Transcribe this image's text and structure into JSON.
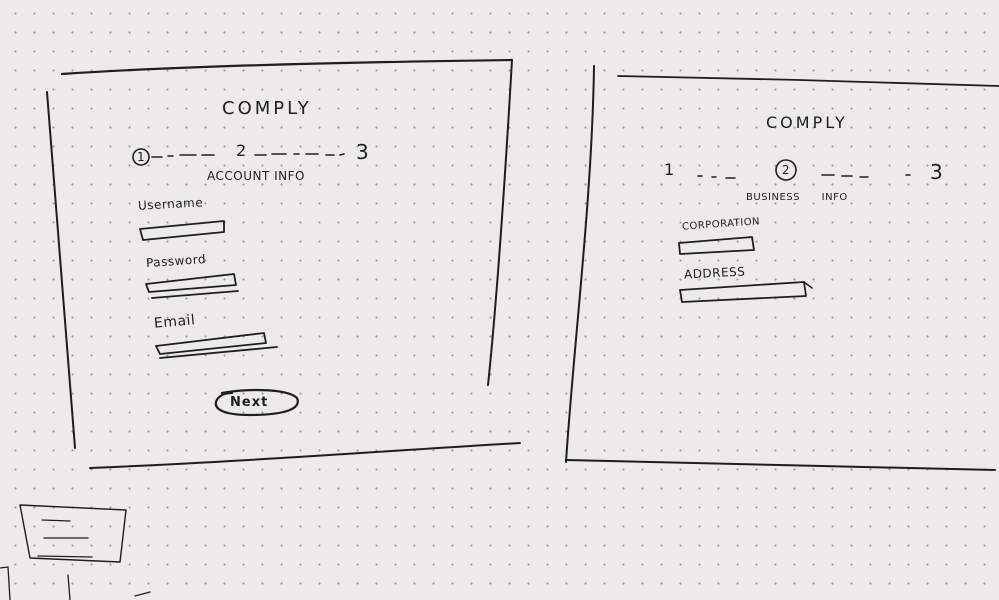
{
  "screen_left": {
    "app_title": "COMPLY",
    "steps": [
      "1",
      "2",
      "3"
    ],
    "active_step_label": "ACCOUNT INFO",
    "fields": [
      {
        "label": "Username",
        "value": ""
      },
      {
        "label": "Password",
        "value": ""
      },
      {
        "label": "Email",
        "value": ""
      }
    ],
    "next_button_label": "Next"
  },
  "screen_right": {
    "app_title": "COMPLY",
    "steps": [
      "1",
      "2",
      "3"
    ],
    "active_step_label": "BUSINESS INFO",
    "fields": [
      {
        "label": "CORPORATION",
        "value": ""
      },
      {
        "label": "ADDRESS",
        "value": ""
      }
    ]
  }
}
